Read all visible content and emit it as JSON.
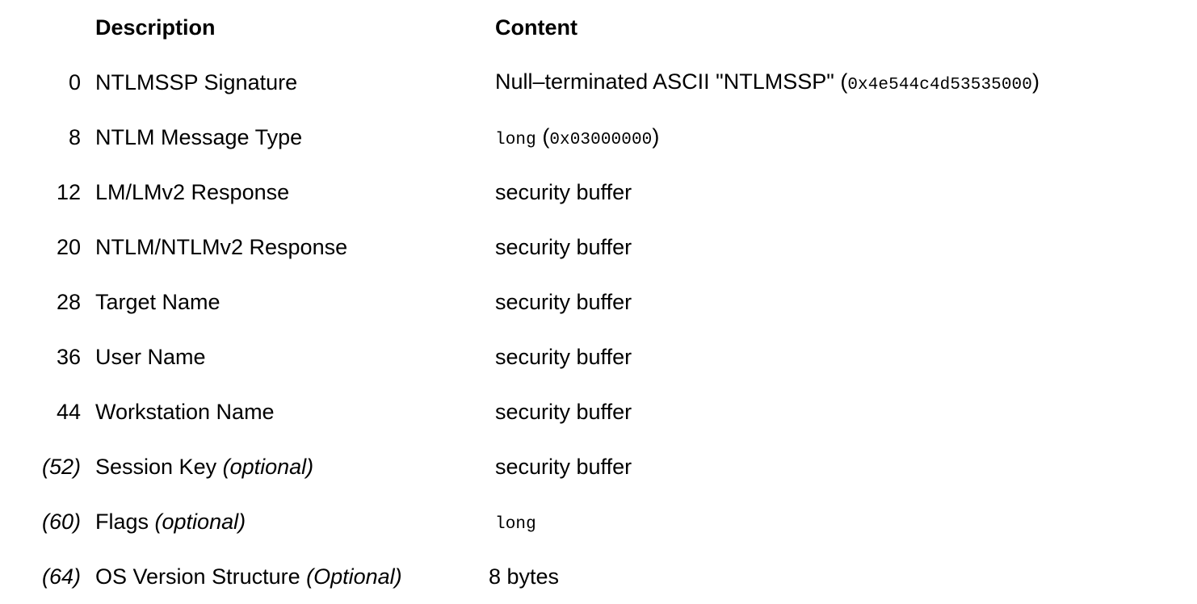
{
  "table": {
    "headers": {
      "offset": "",
      "description": "Description",
      "content": "Content"
    },
    "rows": [
      {
        "offset": "0",
        "offset_optional": false,
        "description": "NTLMSSP Signature",
        "description_suffix": "",
        "content_text": "Null–terminated ASCII \"NTLMSSP\" ",
        "content_mono_prefix": "",
        "content_hex": "0x4e544c4d53535000",
        "content_has_paren": true
      },
      {
        "offset": "8",
        "offset_optional": false,
        "description": "NTLM Message Type",
        "description_suffix": "",
        "content_text": "",
        "content_mono_prefix": "long",
        "content_hex": "0x03000000",
        "content_has_paren": true
      },
      {
        "offset": "12",
        "offset_optional": false,
        "description": "LM/LMv2 Response",
        "description_suffix": "",
        "content_text": "security buffer",
        "content_mono_prefix": "",
        "content_hex": "",
        "content_has_paren": false
      },
      {
        "offset": "20",
        "offset_optional": false,
        "description": "NTLM/NTLMv2 Response",
        "description_suffix": "",
        "content_text": "security buffer",
        "content_mono_prefix": "",
        "content_hex": "",
        "content_has_paren": false
      },
      {
        "offset": "28",
        "offset_optional": false,
        "description": "Target Name",
        "description_suffix": "",
        "content_text": "security buffer",
        "content_mono_prefix": "",
        "content_hex": "",
        "content_has_paren": false
      },
      {
        "offset": "36",
        "offset_optional": false,
        "description": "User Name",
        "description_suffix": "",
        "content_text": "security buffer",
        "content_mono_prefix": "",
        "content_hex": "",
        "content_has_paren": false
      },
      {
        "offset": "44",
        "offset_optional": false,
        "description": "Workstation Name",
        "description_suffix": "",
        "content_text": "security buffer",
        "content_mono_prefix": "",
        "content_hex": "",
        "content_has_paren": false
      },
      {
        "offset": "(52)",
        "offset_optional": true,
        "description": "Session Key ",
        "description_suffix": "(optional)",
        "content_text": "security buffer",
        "content_mono_prefix": "",
        "content_hex": "",
        "content_has_paren": false
      },
      {
        "offset": "(60)",
        "offset_optional": true,
        "description": "Flags ",
        "description_suffix": "(optional)",
        "content_text": "",
        "content_mono_prefix": "long",
        "content_hex": "",
        "content_has_paren": false
      },
      {
        "offset": "(64)",
        "offset_optional": true,
        "description": "OS Version Structure ",
        "description_suffix": "(Optional)",
        "content_text": "8 bytes",
        "content_mono_prefix": "",
        "content_hex": "",
        "content_has_paren": false
      }
    ]
  },
  "colors": {
    "text": "#000000",
    "background": "#ffffff"
  }
}
